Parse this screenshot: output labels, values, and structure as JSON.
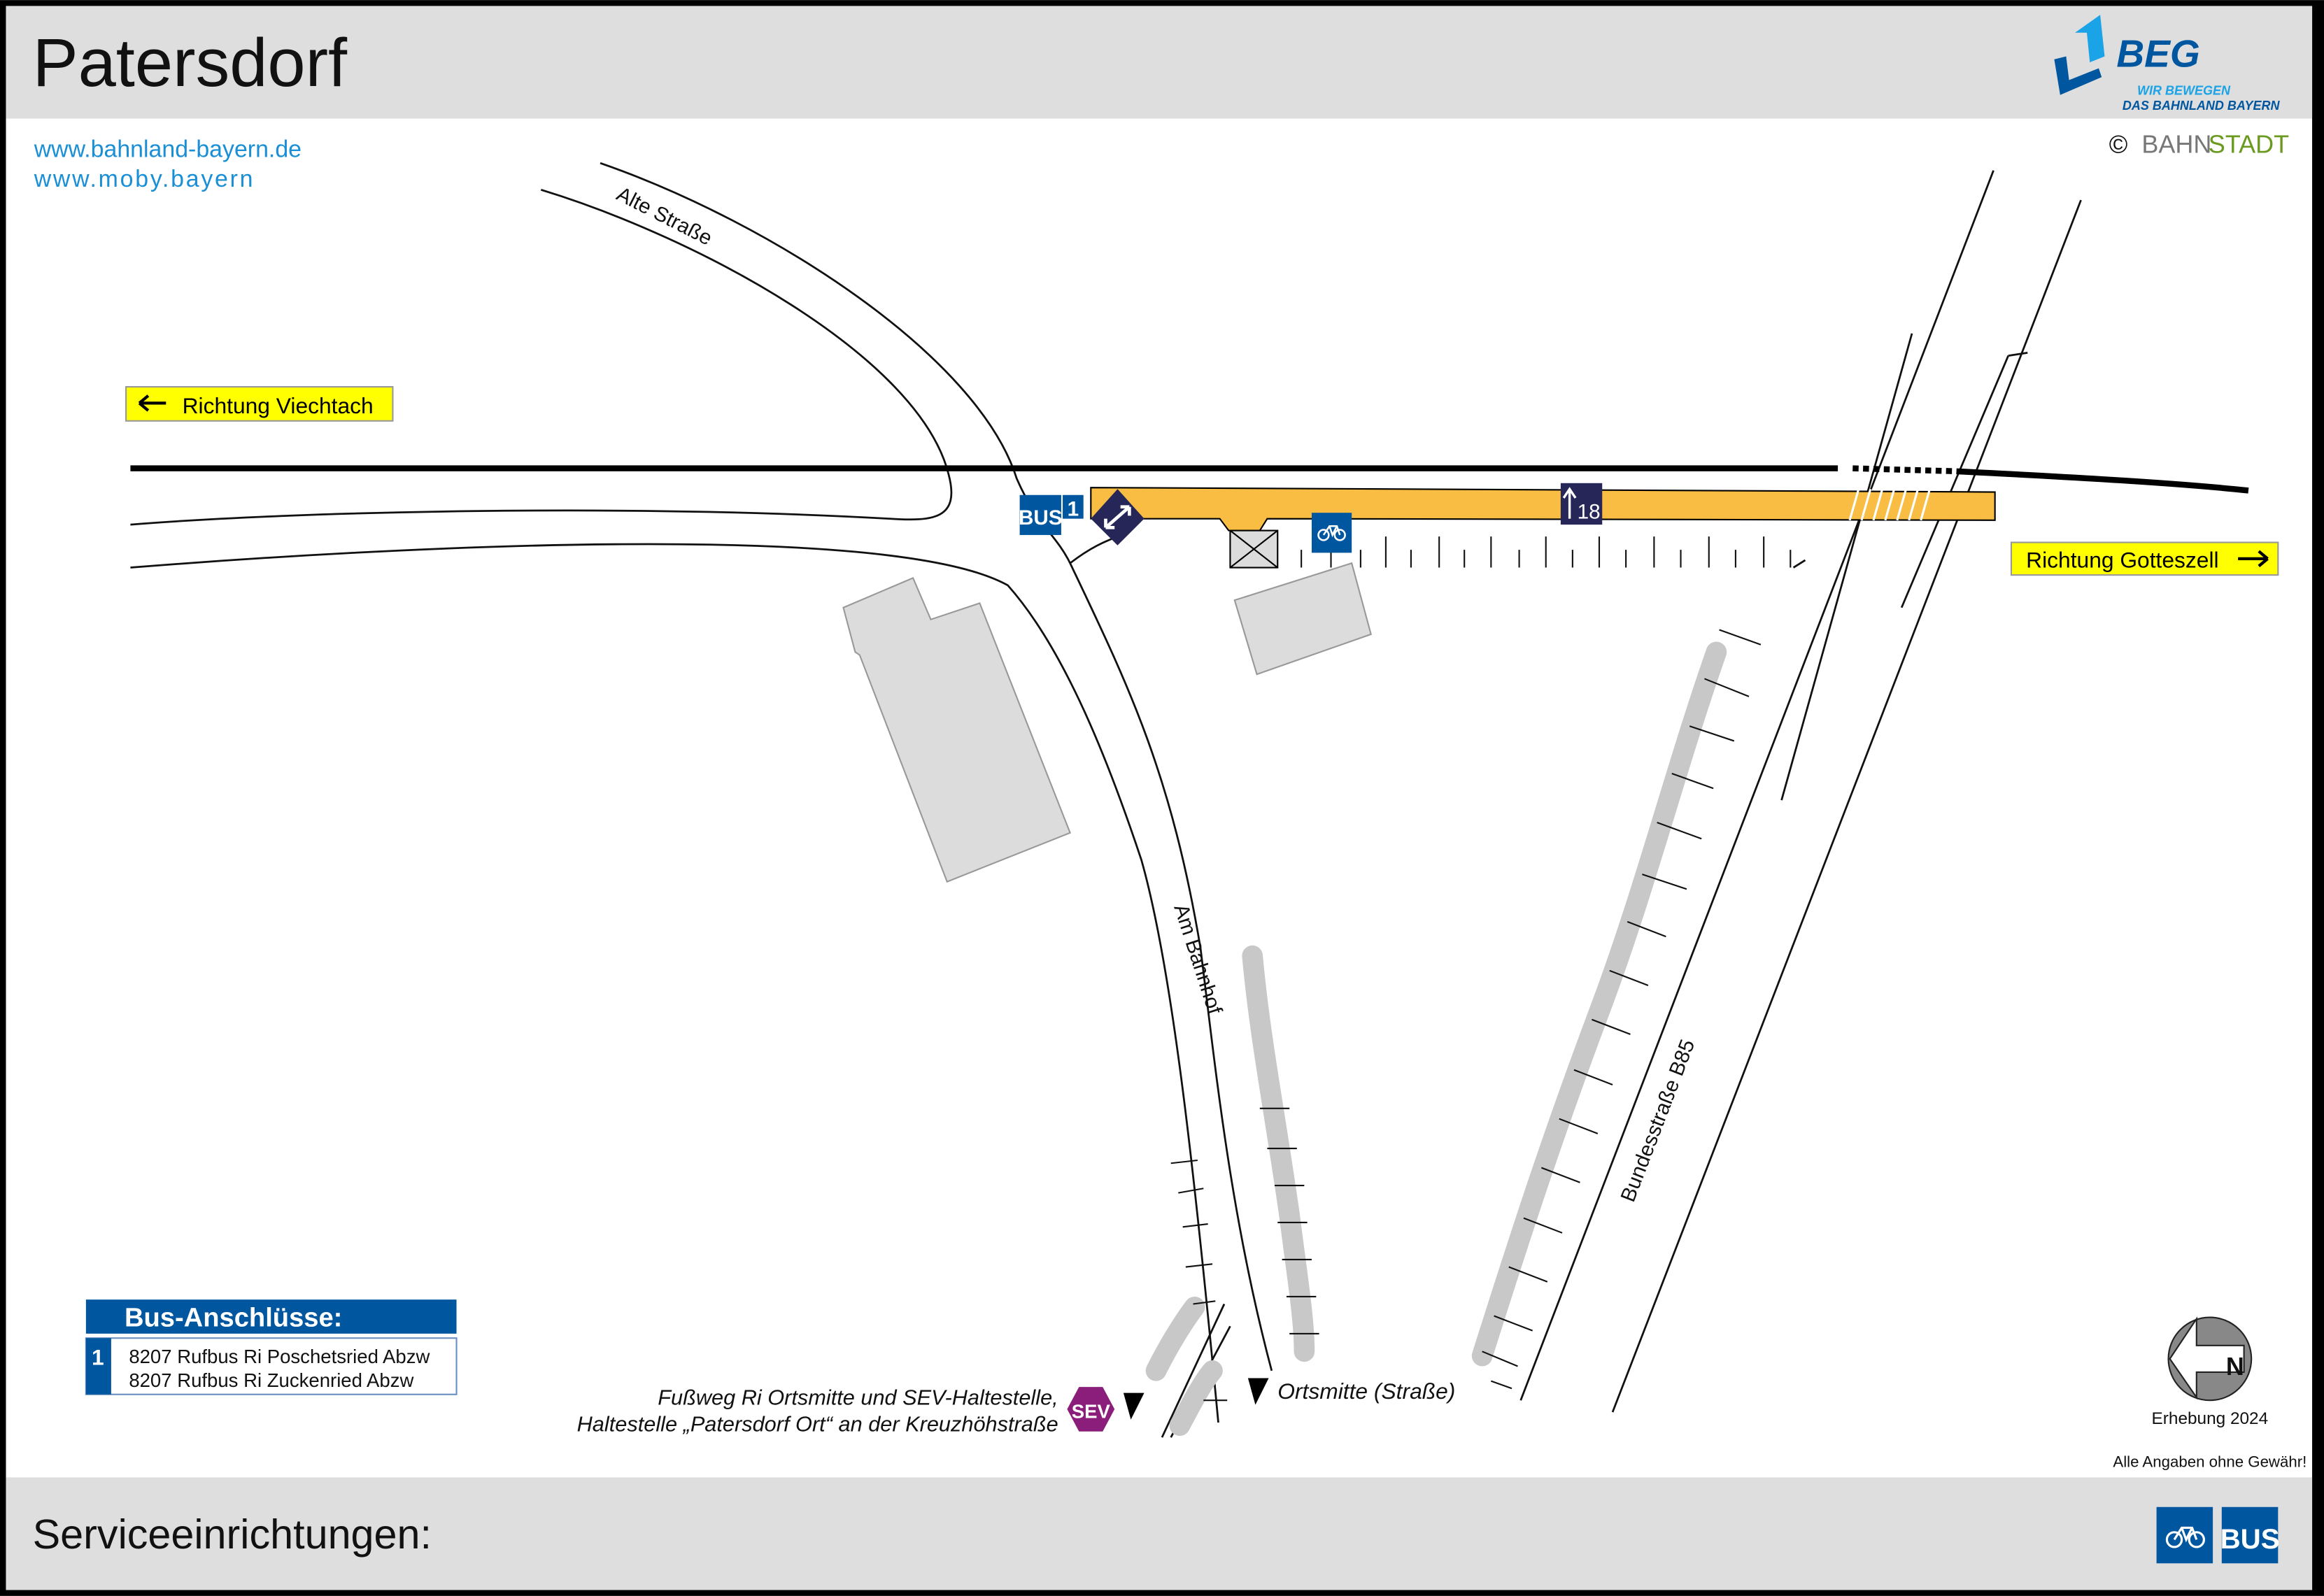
{
  "header": {
    "title": "Patersdorf"
  },
  "logo": {
    "brand": "BEG",
    "tagline_1": "WIR BEWEGEN",
    "tagline_2": "DAS BAHNLAND BAYERN",
    "copyright_symbol": "©",
    "copyright_a": "BAHN",
    "copyright_b": "STADT"
  },
  "links": [
    "www.bahnland-bayern.de",
    "www.moby.bayern"
  ],
  "directions": {
    "left": "Richtung Viechtach",
    "right": "Richtung Gotteszell"
  },
  "streets": {
    "alte": "Alte Straße",
    "bahnhof": "Am Bahnhof",
    "b85": "Bundesstraße B85",
    "ortsmitte": "Ortsmitte (Straße)"
  },
  "signs": {
    "bus": "BUS",
    "bus_line": "1",
    "platform_number": "18",
    "sev": "SEV"
  },
  "footpath": {
    "line1": "Fußweg Ri Ortsmitte und SEV-Haltestelle,",
    "line2": "Haltestelle „Patersdorf Ort“ an der Kreuzhöhstraße"
  },
  "bus_legend": {
    "title": "Bus-Anschlüsse:",
    "line": "1",
    "entries": [
      "8207 Rufbus Ri Poschetsried Abzw",
      "8207 Rufbus Ri Zuckenried Abzw"
    ]
  },
  "compass": {
    "letter": "N"
  },
  "survey": "Erhebung 2024",
  "disclaimer": "Alle Angaben ohne Gewähr!",
  "footer": {
    "title": "Serviceeinrichtungen:",
    "services": [
      "bicycle-parking",
      "BUS"
    ]
  },
  "colors": {
    "platform": "#f9bd44",
    "sign_blue": "#0057a0",
    "sign_navy": "#272659",
    "sev": "#8b1e7a",
    "direction_box": "#ffff00",
    "link": "#1a8fd6"
  }
}
